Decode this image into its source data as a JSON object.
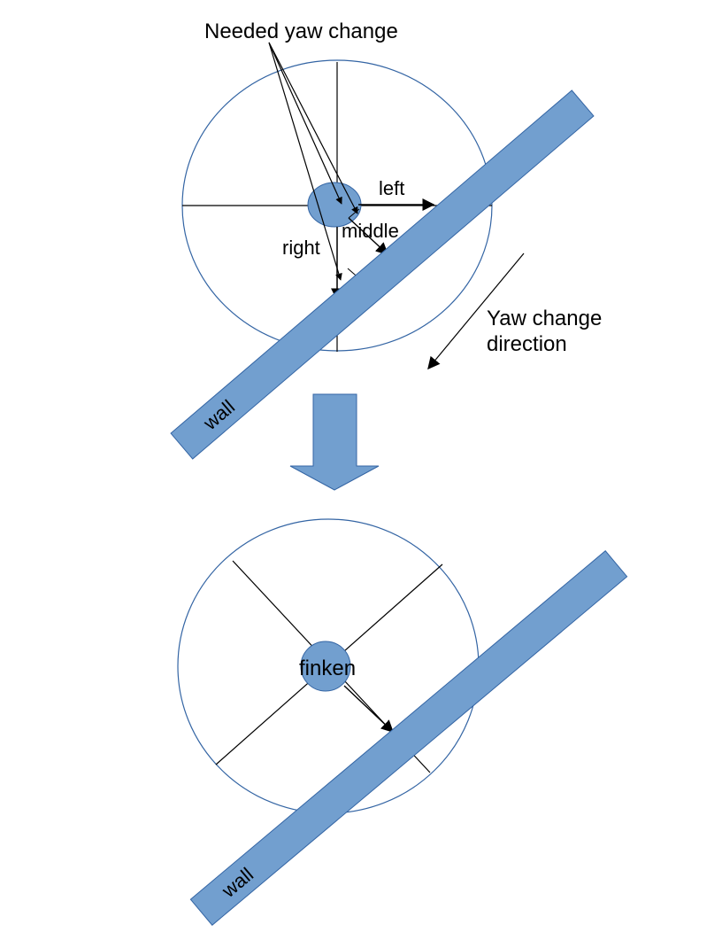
{
  "labels": {
    "needed_yaw_change": "Needed yaw change",
    "left": "left",
    "middle": "middle",
    "right": "right",
    "yaw_change_line1": "Yaw change",
    "yaw_change_line2": "direction",
    "wall_top": "wall",
    "wall_bottom": "wall",
    "finken": "finken"
  },
  "colors": {
    "wall_fill": "#729fcf",
    "wall_stroke": "#3465a4",
    "circle_stroke": "#3465a4",
    "line": "#000000",
    "background": "#ffffff"
  },
  "icons": {
    "transition_arrow": "down-arrow-icon"
  }
}
